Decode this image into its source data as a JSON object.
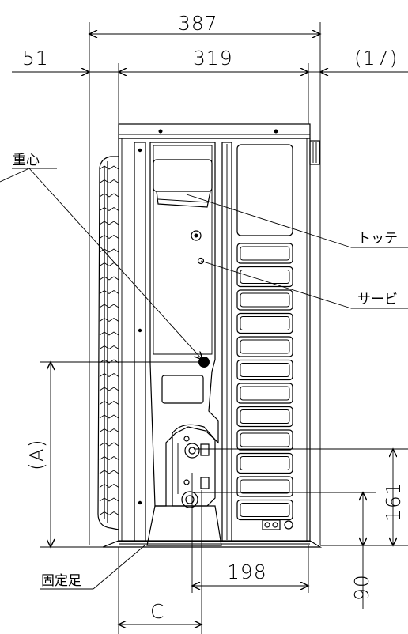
{
  "dimensions": {
    "width_total": "387",
    "width_body": "319",
    "left_offset": "51",
    "right_offset": "(17)",
    "height_a": "(A)",
    "height_161": "161",
    "height_90": "90",
    "width_198": "198",
    "width_c": "C"
  },
  "labels": {
    "center_of_gravity": "重心",
    "top_item": "トッテ",
    "service_item": "サービ",
    "mounting_foot": "固定足"
  }
}
